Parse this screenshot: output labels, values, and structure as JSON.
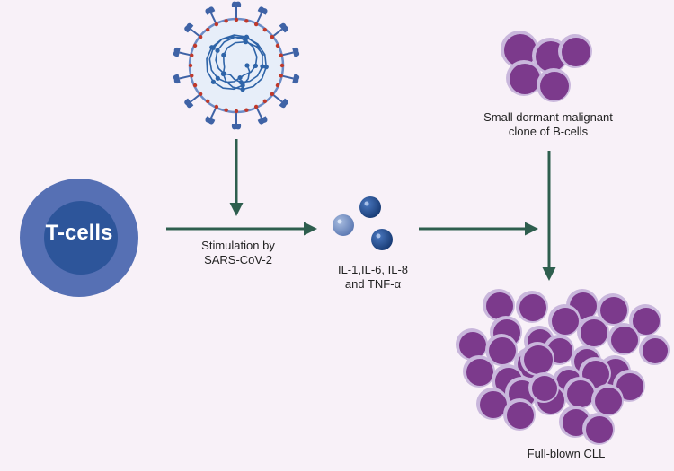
{
  "labels": {
    "tcells": "T-cells",
    "stimulation": [
      "Stimulation by",
      "SARS-CoV-2"
    ],
    "cytokines": [
      "IL-1,IL-6, IL-8",
      "and TNF-α"
    ],
    "clone": [
      "Small dormant malignant",
      "clone of B-cells"
    ],
    "cll": "Full-blown CLL"
  },
  "icons": {
    "virus": "sars-cov-2-virus-icon",
    "tcell": "t-cell-icon",
    "cytokine": "cytokine-particle-icon",
    "bcell": "malignant-b-cell-icon"
  },
  "colors": {
    "background": "#f8f1f8",
    "arrow": "#2e5e4e",
    "tcell_outer": "#5670b4",
    "tcell_inner": "#2d559a",
    "cell_fill": "#7c3a8c",
    "cell_halo": "#c9b7dc",
    "virus_body": "#e7eef9",
    "virus_spike": "#3f63a6",
    "virus_rna": "#2e64a8"
  }
}
